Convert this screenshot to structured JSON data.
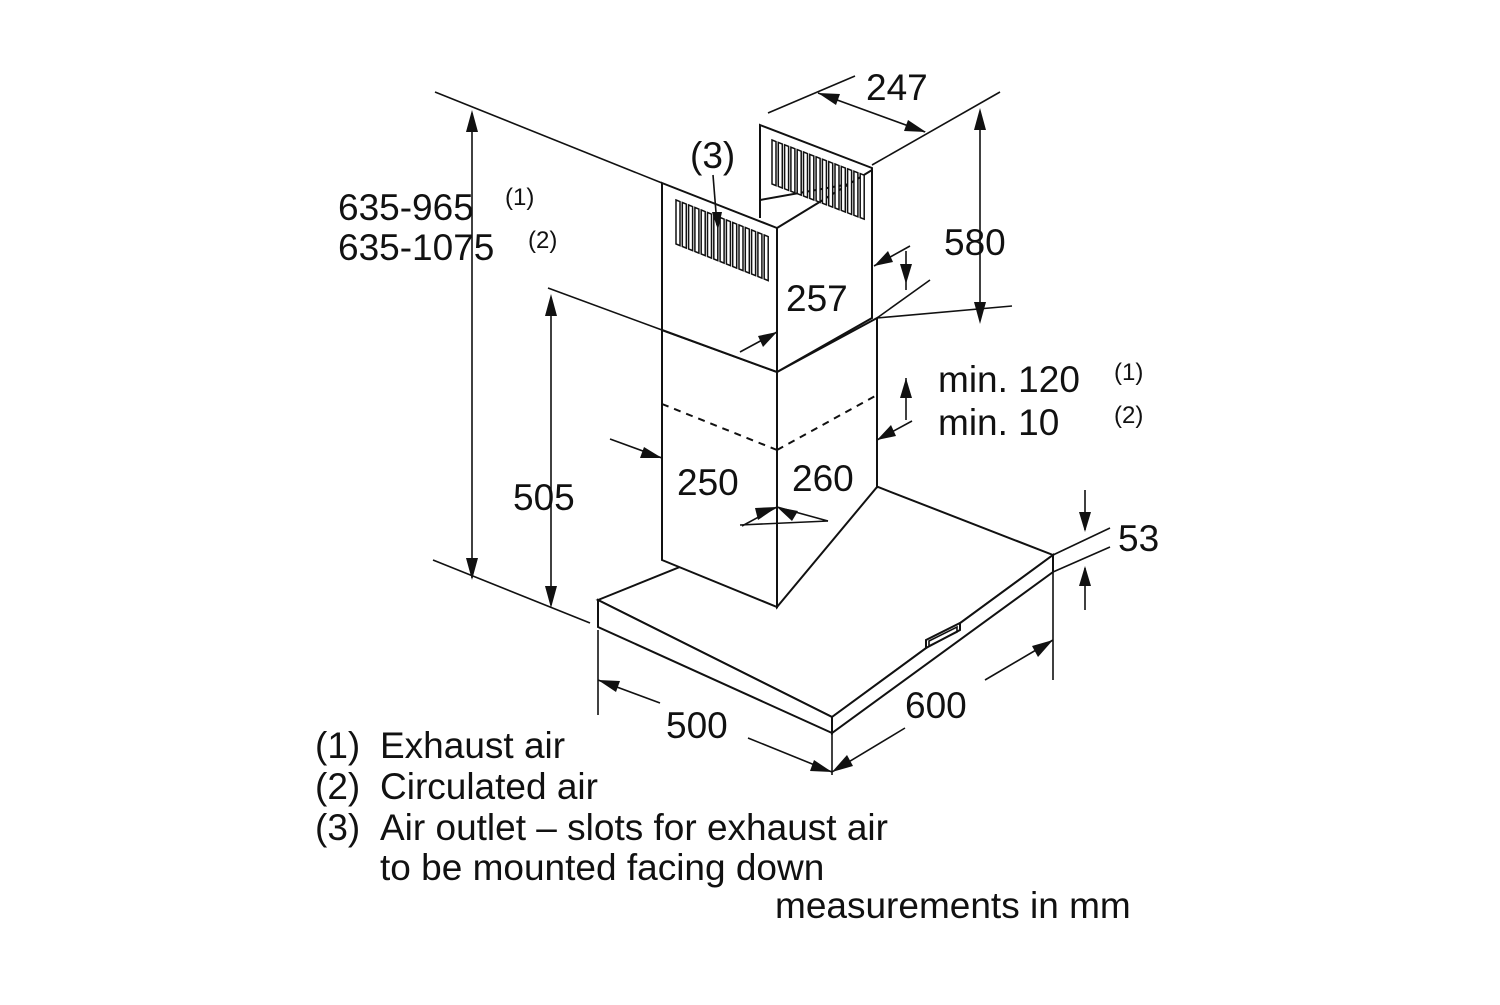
{
  "dimensions": {
    "top_depth": "247",
    "top_height": "580",
    "top_width": "257",
    "total_height_1": "635-965",
    "total_height_1_note": "(1)",
    "total_height_2": "635-1075",
    "total_height_2_note": "(2)",
    "chimney_callout": "(3)",
    "min_1": "min. 120",
    "min_1_note": "(1)",
    "min_2": "min. 10",
    "min_2_note": "(2)",
    "lower_height": "505",
    "chimney_width": "250",
    "chimney_depth": "260",
    "hood_thickness": "53",
    "hood_depth": "500",
    "hood_width": "600"
  },
  "legend": {
    "item1_num": "(1)",
    "item1_text": "Exhaust air",
    "item2_num": "(2)",
    "item2_text": "Circulated air",
    "item3_num": "(3)",
    "item3_text": "Air outlet – slots for exhaust air",
    "item3_text_cont": "to be mounted facing down",
    "units": "measurements in mm"
  }
}
